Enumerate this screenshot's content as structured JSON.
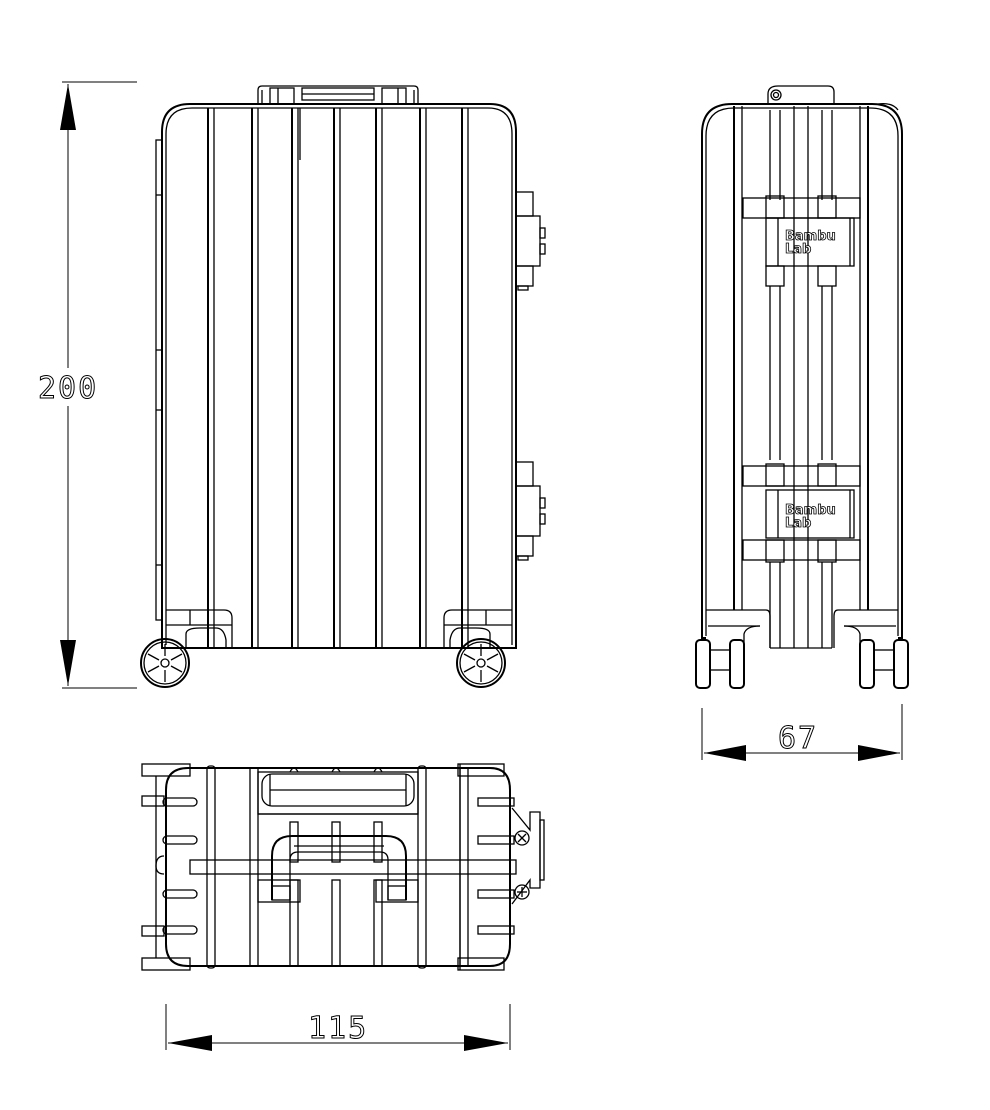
{
  "drawing": {
    "subject": "Suitcase technical drawing",
    "views": [
      "front",
      "side",
      "top"
    ],
    "dimensions": {
      "height": "200",
      "depth": "67",
      "width": "115"
    },
    "brand_label": {
      "line1": "Bambu",
      "line2": "Lab"
    }
  }
}
